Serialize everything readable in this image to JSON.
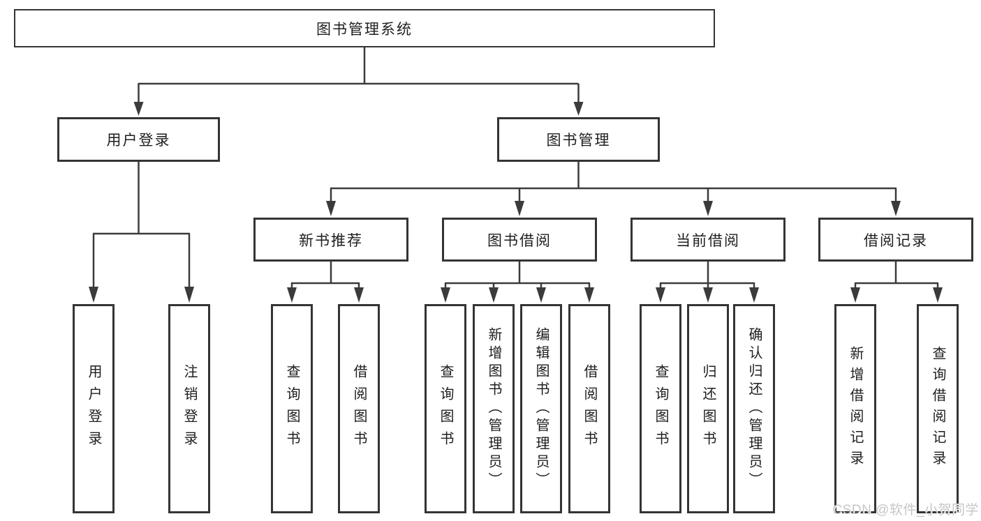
{
  "diagram": {
    "title": "图书管理系统",
    "level2": {
      "user_login": "用户登录",
      "book_mgmt": "图书管理"
    },
    "level3": {
      "new_book_rec": "新书推荐",
      "book_borrow": "图书借阅",
      "current_borrow": "当前借阅",
      "borrow_records": "借阅记录"
    },
    "level4": {
      "ul_user_login": "用户登录",
      "ul_logout": "注销登录",
      "nb_query_book": "查询图书",
      "nb_borrow_book": "借阅图书",
      "bb_query_book": "查询图书",
      "bb_add_book": "新增图书（管理员）",
      "bb_edit_book": "编辑图书（管理员）",
      "bb_borrow_book": "借阅图书",
      "cb_query_book": "查询图书",
      "cb_return_book": "归还图书",
      "cb_confirm_return": "确认归还（管理员）",
      "br_add_record": "新增借阅记录",
      "br_query_record": "查询借阅记录"
    },
    "colors": {
      "line": "#3b3b3b",
      "box_border": "#343434",
      "text": "#1e1e1e",
      "watermark": "#c6c6c6"
    }
  },
  "watermark": {
    "text": "CSDN @软件_小贺同学"
  }
}
